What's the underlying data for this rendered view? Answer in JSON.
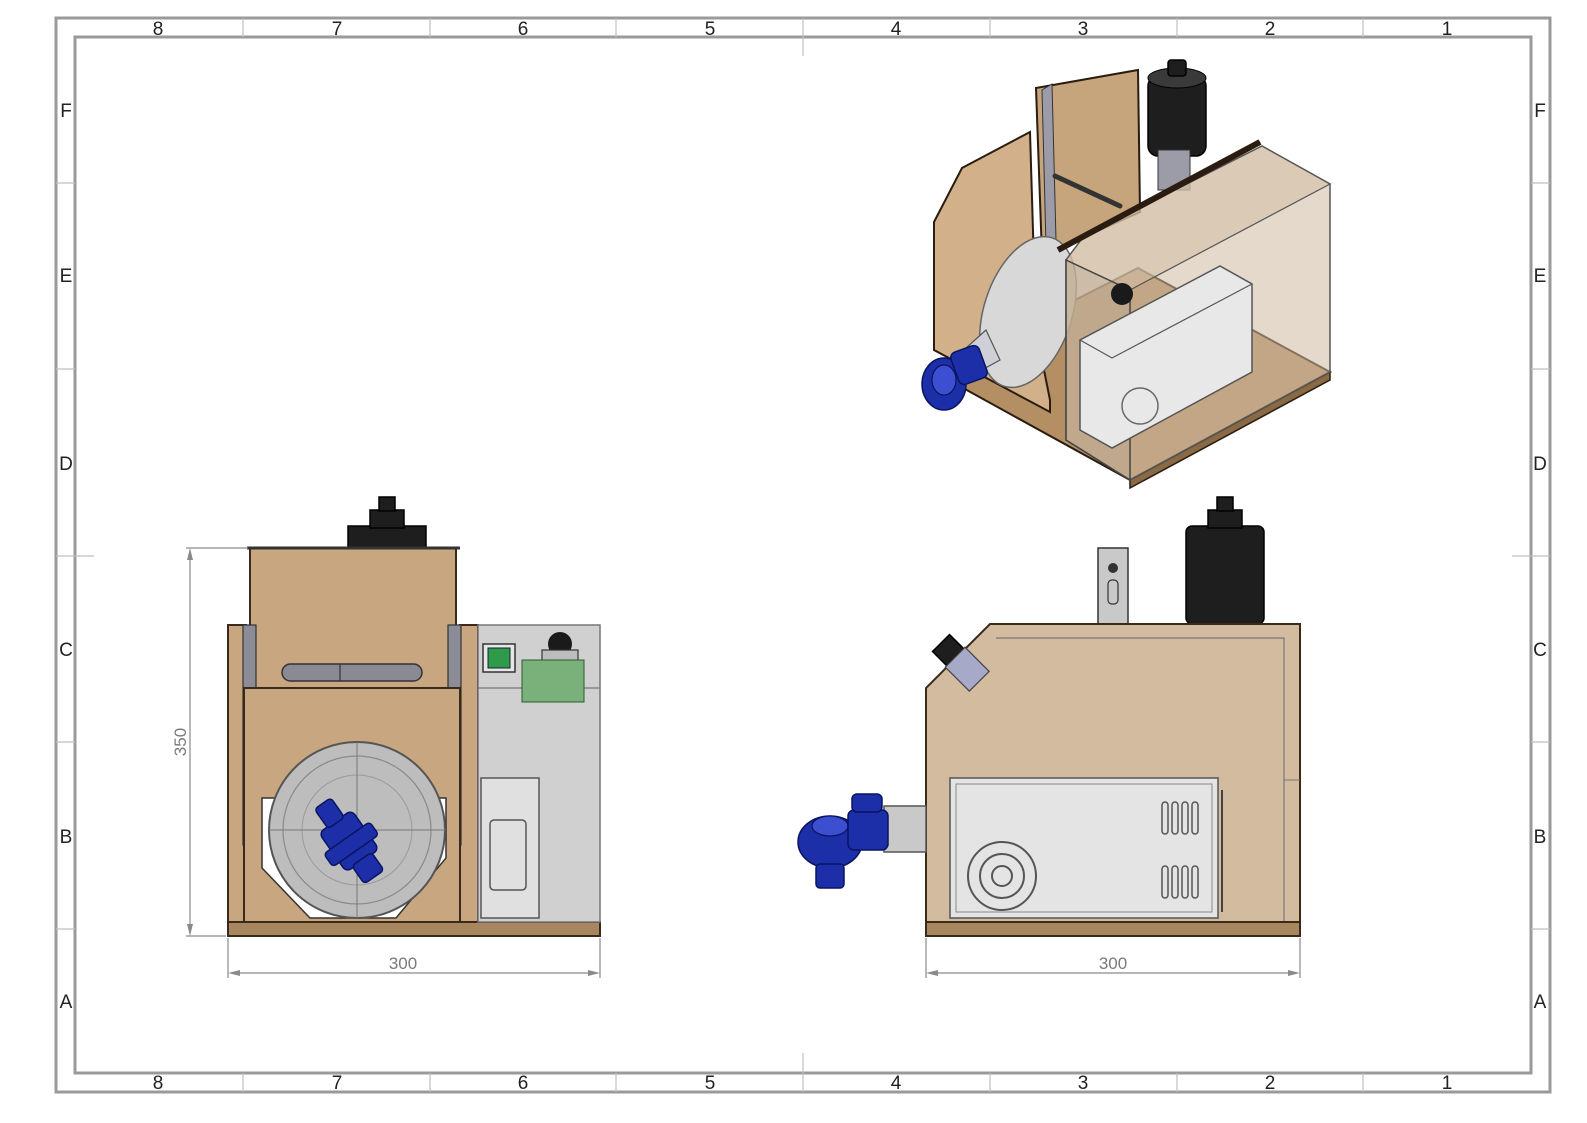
{
  "sheet": {
    "zones_horizontal": [
      "8",
      "7",
      "6",
      "5",
      "4",
      "3",
      "2",
      "1"
    ],
    "zones_vertical": [
      "F",
      "E",
      "D",
      "C",
      "B",
      "A"
    ]
  },
  "views": {
    "front": {
      "dim_width": "300",
      "dim_height": "350"
    },
    "side": {
      "dim_width": "300"
    },
    "isometric": {}
  },
  "colors": {
    "wood": "#c8a680",
    "motor": "#1e1e1e",
    "fitting": "#1c2fa8",
    "border": "#9a9a9a"
  }
}
